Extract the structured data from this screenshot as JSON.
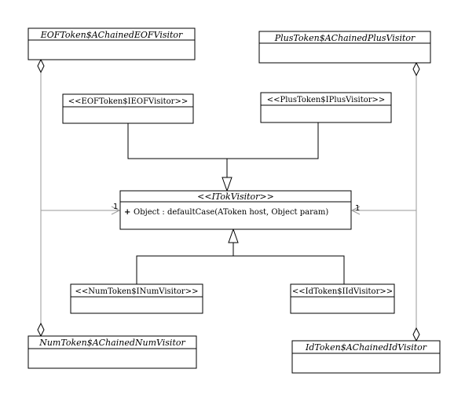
{
  "classes": {
    "eof_chained": "EOFToken$AChainedEOFVisitor",
    "plus_chained": "PlusToken$AChainedPlusVisitor",
    "eof_iface": "<<EOFToken$IEOFVisitor>>",
    "plus_iface": "<<PlusToken$IPlusVisitor>>",
    "itok": "<<ITokVisitor>>",
    "num_iface": "<<NumToken$INumVisitor>>",
    "id_iface": "<<IdToken$IIdVisitor>>",
    "num_chained": "NumToken$AChainedNumVisitor",
    "id_chained": "IdToken$AChainedIdVisitor"
  },
  "itok_method": {
    "visibility": "+",
    "signature": "Object : defaultCase(AToken host, Object param)"
  },
  "multiplicities": {
    "left": "1",
    "right": "1"
  }
}
